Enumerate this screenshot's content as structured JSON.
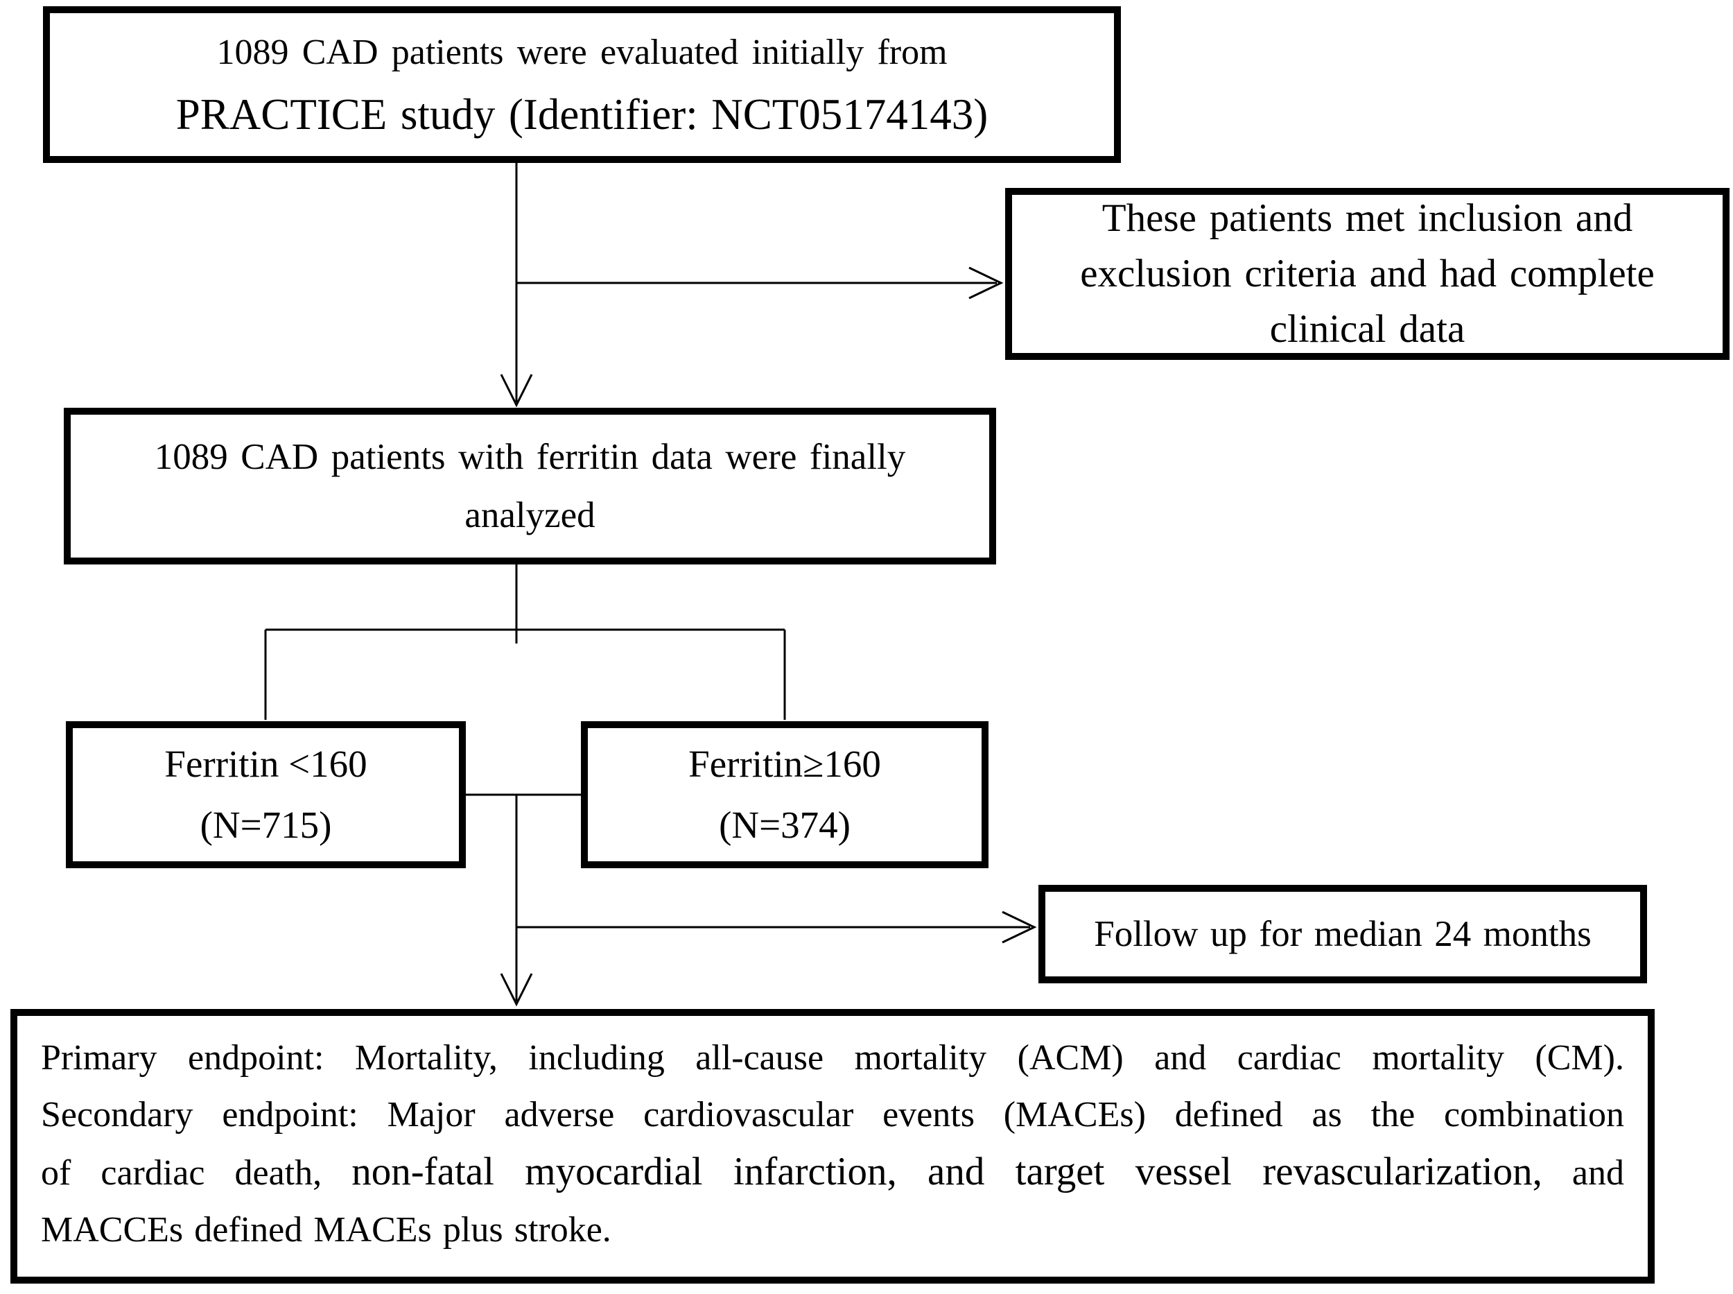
{
  "diagram": {
    "initial_box": {
      "line1": "1089 CAD patients were evaluated initially from",
      "line2": "PRACTICE study (Identifier: NCT05174143)"
    },
    "inclusion_box": {
      "line1": "These patients met inclusion and",
      "line2": "exclusion criteria and had complete",
      "line3": "clinical data"
    },
    "analyzed_box": {
      "line1": "1089 CAD patients with ferritin data were finally",
      "line2": "analyzed"
    },
    "ferritin_low_box": {
      "line1": "Ferritin <160",
      "line2": "(N=715)"
    },
    "ferritin_high_box": {
      "line1": "Ferritin≥160",
      "line2": "(N=374)"
    },
    "followup_box": {
      "text": "Follow up for median 24 months"
    },
    "endpoint_box": {
      "line1": "Primary endpoint: Mortality, including all-cause mortality (ACM) and cardiac mortality (CM).",
      "line2": "Secondary endpoint: Major adverse cardiovascular events (MACEs) defined as the combination",
      "line3_seg1": "of cardiac death, ",
      "line3_seg2": "non-fatal myocardial infarction, and target vessel revascularization,",
      "line3_seg3": " and",
      "line4": "MACCEs defined MACEs plus stroke."
    }
  }
}
